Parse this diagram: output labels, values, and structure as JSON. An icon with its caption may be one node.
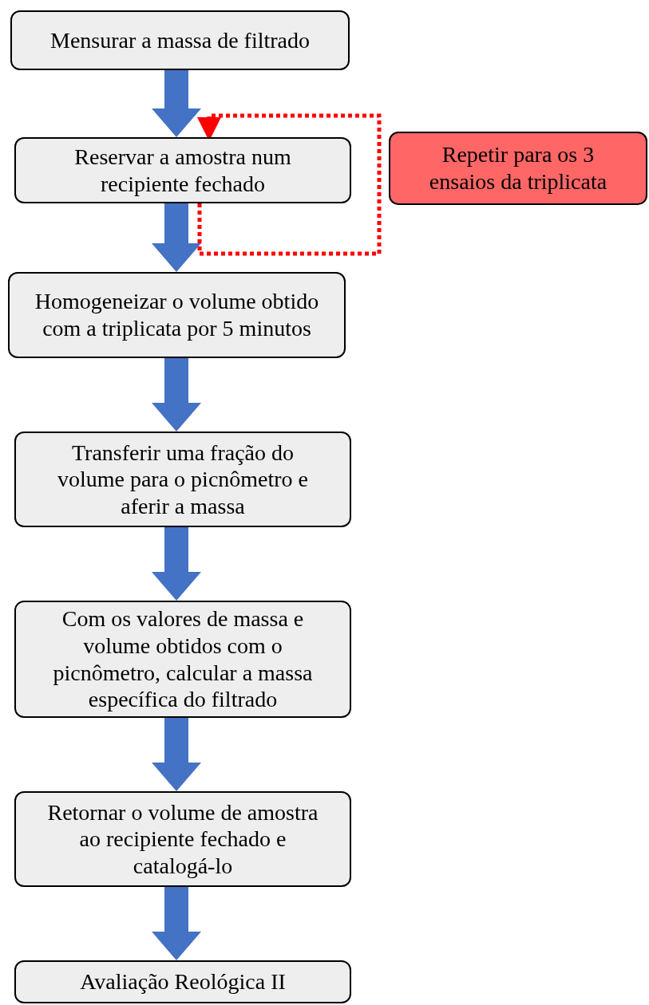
{
  "diagram": {
    "nodes": [
      {
        "text": [
          "Mensurar a massa de filtrado"
        ]
      },
      {
        "text": [
          "Reservar a amostra num recipiente fechado"
        ]
      },
      {
        "text": [
          "Repetir para os 3 ensaios da triplicata"
        ]
      },
      {
        "text": [
          "Homogeneizar o volume obtido com a triplicata por 5 minutos"
        ]
      },
      {
        "text": [
          "Transferir uma fração do volume para o picnômetro e aferir a massa"
        ]
      },
      {
        "text": [
          "Com os valores de massa e volume obtidos com o picnômetro, calcular a massa específica do filtrado"
        ]
      },
      {
        "text": [
          "Retornar o volume de amostra ao recipiente fechado e catalogá-lo"
        ]
      },
      {
        "text": [
          "Avaliação Reológica II"
        ]
      }
    ],
    "edges": [
      {
        "from": 0,
        "to": 1,
        "arrow": "to",
        "style": "thick"
      },
      {
        "from": 1,
        "to": 3,
        "arrow": "to",
        "style": "thick"
      },
      {
        "from": 3,
        "to": 4,
        "arrow": "to",
        "style": "thick"
      },
      {
        "from": 4,
        "to": 5,
        "arrow": "to",
        "style": "thick"
      },
      {
        "from": 5,
        "to": 6,
        "arrow": "to",
        "style": "thick"
      },
      {
        "from": 6,
        "to": 7,
        "arrow": "to",
        "style": "thick"
      },
      {
        "from": 1,
        "to": 1,
        "arrow": "to",
        "style": "dashed",
        "color": "#ff0000"
      }
    ]
  }
}
